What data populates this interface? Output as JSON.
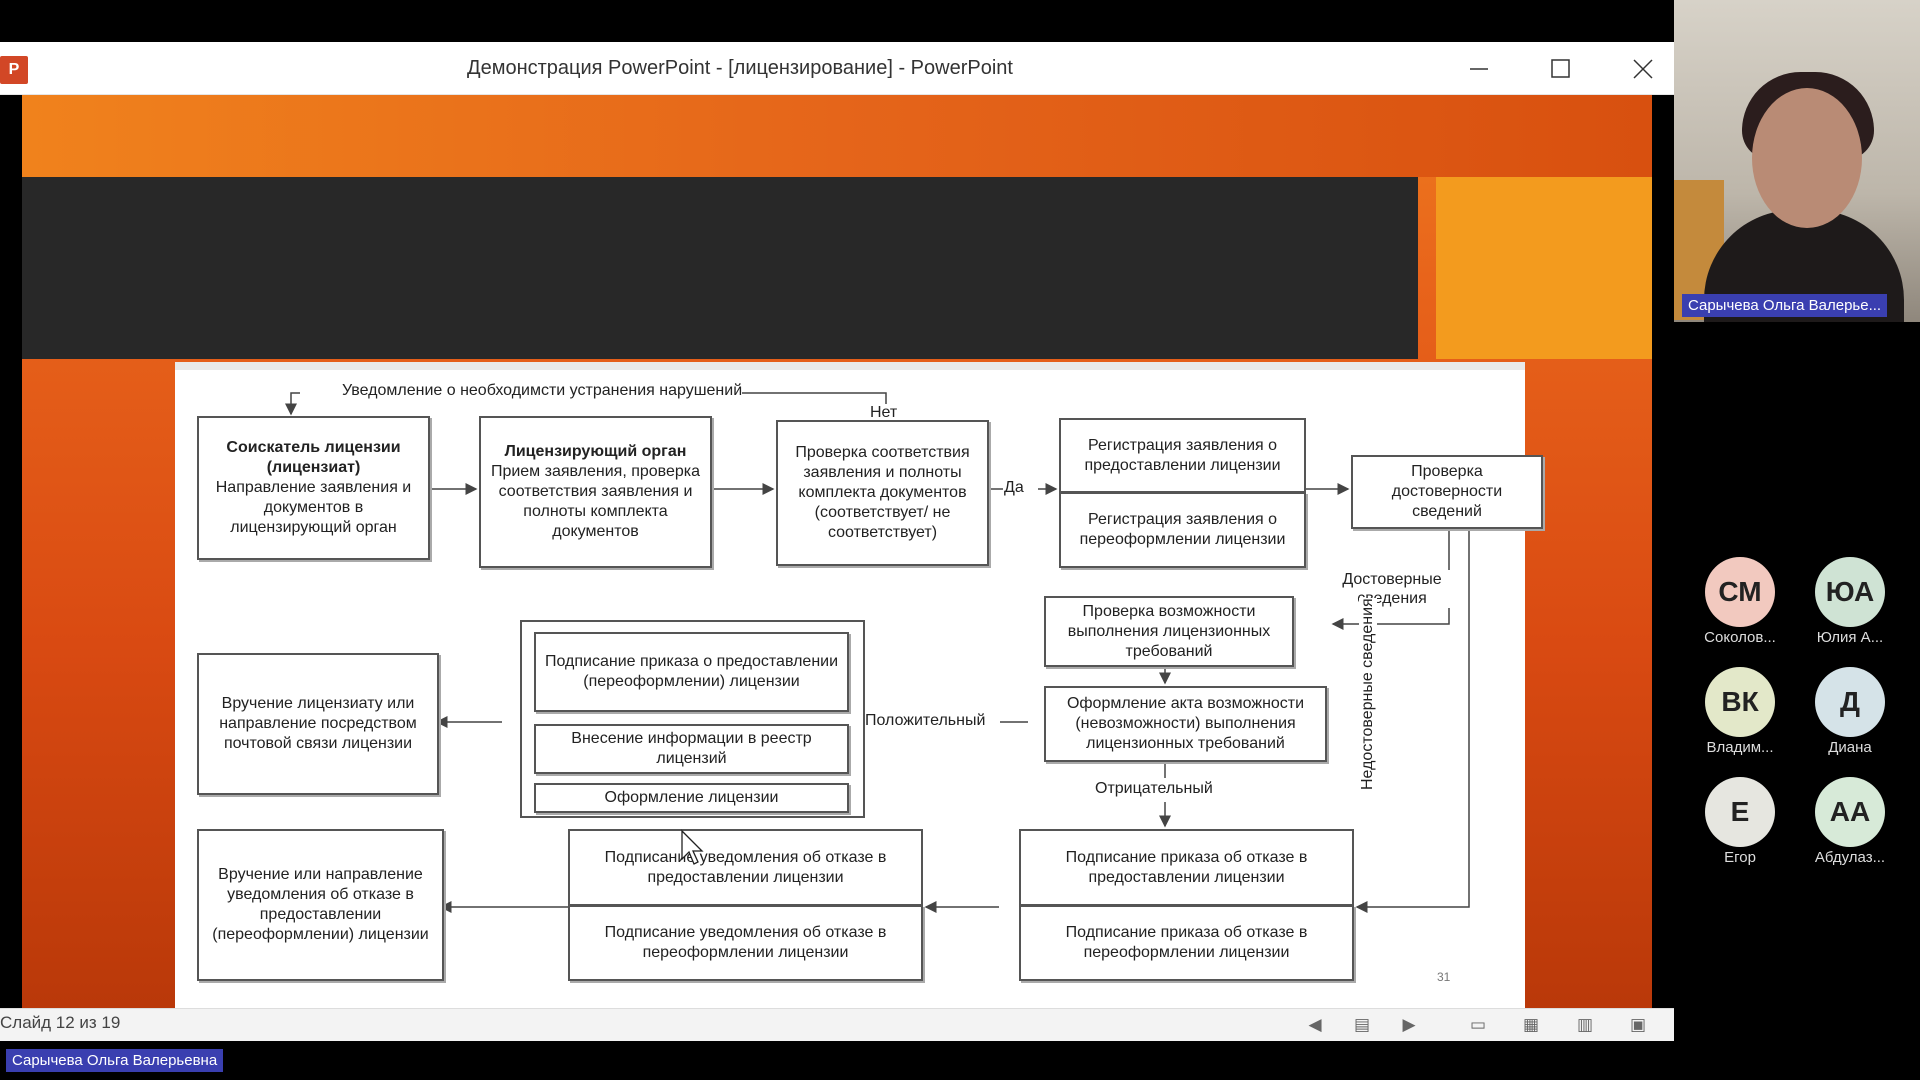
{
  "window": {
    "title": "Демонстрация PowerPoint - [лицензирование] - PowerPoint",
    "app_icon": "powerpoint-icon",
    "app_icon_letter": "P",
    "controls": [
      "minimize-icon",
      "maximize-icon",
      "close-icon"
    ]
  },
  "slide": {
    "page_number": "31",
    "diagram": {
      "feedback_label": "Уведомление о необходимсти устранения нарушений",
      "no_label": "Нет",
      "yes_label": "Да",
      "reliable_label": "Достоверные сведения",
      "unreliable_label": "Недостоверные сведения",
      "positive_label": "Положительный",
      "negative_label": "Отрицательный",
      "box_applicant_title": "Соискатель лицензии (лицензиат)",
      "box_applicant_text": "Направление заявления и документов в лицензирующий орган",
      "box_authority_title": "Лицензирующий орган",
      "box_authority_text": "Прием заявления, проверка соответствия заявления и полноты комплекта документов",
      "box_check_completeness": "Проверка соответствия заявления и полноты комплекта документов (соответствует/ не соответствует)",
      "box_register_grant": "Регистрация заявления о предоставлении лицензии",
      "box_register_reissue": "Регистрация заявления о переоформлении лицензии",
      "box_verify_data": "Проверка достоверности сведений",
      "box_check_possibility": "Проверка возможности выполнения лицензионных требований",
      "box_act": "Оформление акта возможности (невозможности) выполнения лицензионных требований",
      "box_sign_order": "Подписание приказа о предоставлении (переоформлении) лицензии",
      "box_registry": "Внесение информации в реестр лицензий",
      "box_issue_license": "Оформление лицензии",
      "box_deliver_license": "Вручение лицензиату или направление посредством почтовой связи лицензии",
      "box_refusal_order_grant": "Подписание приказа об отказе в предоставлении лицензии",
      "box_refusal_order_reissue": "Подписание приказа об отказе в переоформлении лицензии",
      "box_refusal_notice_grant": "Подписание уведомления об отказе в предоставлении лицензии",
      "box_refusal_notice_reissue": "Подписание уведомления об отказе в переоформлении лицензии",
      "box_deliver_refusal": "Вручение или направление уведомления об отказе в предоставлении (переоформлении) лицензии"
    }
  },
  "statusbar": {
    "slide_counter": "Слайд 12 из 19",
    "icons": [
      "prev-slide-icon",
      "notes-icon",
      "next-slide-icon",
      "normal-view-icon",
      "slide-sorter-icon",
      "reading-view-icon",
      "slideshow-icon"
    ]
  },
  "conference": {
    "presenter_name": "Сарычева Ольга Валерье...",
    "bottom_name": "Сарычева Ольга Валерьевна",
    "participants": [
      {
        "initials": "СМ",
        "name": "Соколов...",
        "color": "#f2c9bf"
      },
      {
        "initials": "ЮА",
        "name": "Юлия А...",
        "color": "#cfe3d4"
      },
      {
        "initials": "ВК",
        "name": "Владим...",
        "color": "#e3e8c9"
      },
      {
        "initials": "Д",
        "name": "Диана",
        "color": "#d5e3e8"
      },
      {
        "initials": "Е",
        "name": "Егор",
        "color": "#e6e6e0"
      },
      {
        "initials": "АА",
        "name": "Абдулаз...",
        "color": "#d7ead8"
      }
    ]
  }
}
